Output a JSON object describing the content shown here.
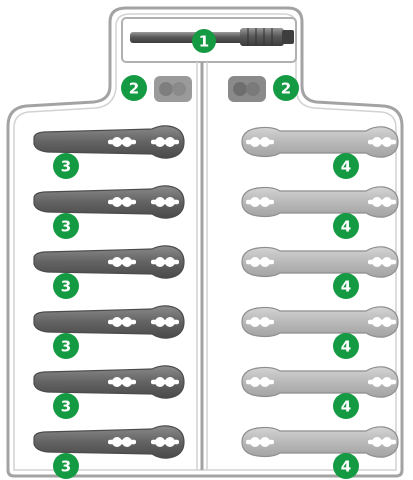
{
  "tray": {
    "colors": {
      "tray_outline": "#a3a3a3",
      "tray_fill": "#ffffff",
      "dark_blade": "#6a6a6a",
      "dark_blade_edge": "#4b4b4b",
      "light_blade": "#bdbdbd",
      "light_blade_edge": "#8e8e8e",
      "badge": "#159a44"
    },
    "callouts": {
      "shaft": "1",
      "cap": "2",
      "dark_blade": "3",
      "light_blade": "4"
    },
    "rows": [
      {
        "left": "3",
        "right": "4"
      },
      {
        "left": "3",
        "right": "4"
      },
      {
        "left": "3",
        "right": "4"
      },
      {
        "left": "3",
        "right": "4"
      },
      {
        "left": "3",
        "right": "4"
      },
      {
        "left": "3",
        "right": "4"
      }
    ]
  }
}
